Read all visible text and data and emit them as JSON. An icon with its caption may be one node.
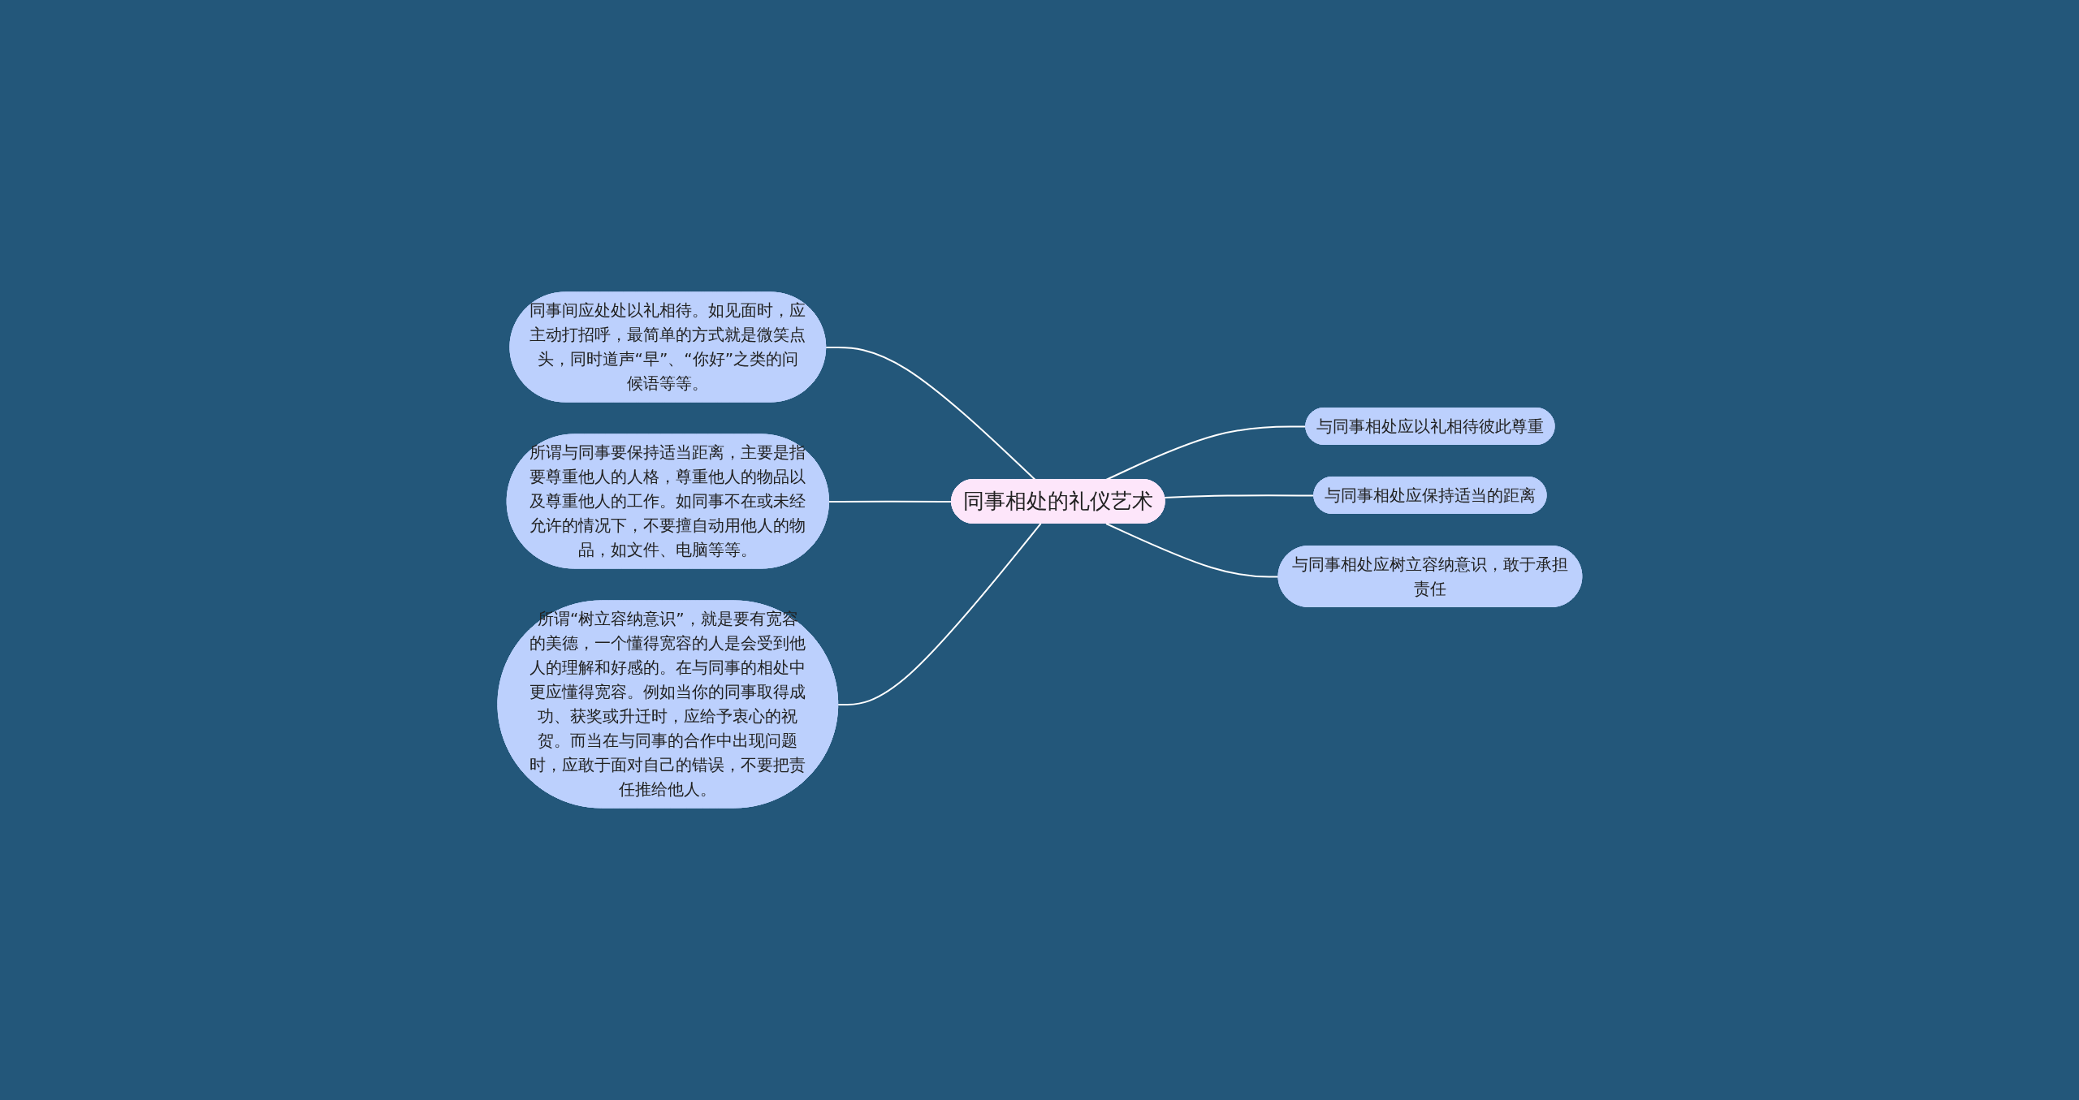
{
  "diagram": {
    "nodes": [
      {
        "text": [
          "同事相处的礼仪艺术"
        ]
      },
      {
        "text": [
          "与同事相处应以礼相待彼此尊重"
        ]
      },
      {
        "text": [
          "与同事相处应保持适当的距离"
        ]
      },
      {
        "text": [
          "与同事相处应树立容纳意识，敢于承担责任"
        ]
      },
      {
        "text": [
          "同事间应处处以礼相待。如见面时，应主动打招呼，最简单的方式就是微笑点头，同时道声“早”、“你好”之类的问候语等等。"
        ]
      },
      {
        "text": [
          "所谓与同事要保持适当距离，主要是指要尊重他人的人格，尊重他人的物品以及尊重他人的工作。如同事不在或未经允许的情况下，不要擅自动用他人的物品，如文件、电脑等等。"
        ]
      },
      {
        "text": [
          "所谓“树立容纳意识”，就是要有宽容的美德，一个懂得宽容的人是会受到他人的理解和好感的。在与同事的相处中更应懂得宽容。例如当你的同事取得成功、获奖或升迁时，应给予衷心的祝贺。而当在与同事的合作中出现问题时，应敢于面对自己的错误，不要把责任推给他人。"
        ]
      }
    ],
    "edges": [
      {
        "from": 4,
        "to": 0,
        "arrow": "none"
      },
      {
        "from": 5,
        "to": 0,
        "arrow": "none"
      },
      {
        "from": 6,
        "to": 0,
        "arrow": "none"
      },
      {
        "from": 0,
        "to": 1,
        "arrow": "none"
      },
      {
        "from": 0,
        "to": 2,
        "arrow": "none"
      },
      {
        "from": 0,
        "to": 3,
        "arrow": "none"
      }
    ]
  }
}
